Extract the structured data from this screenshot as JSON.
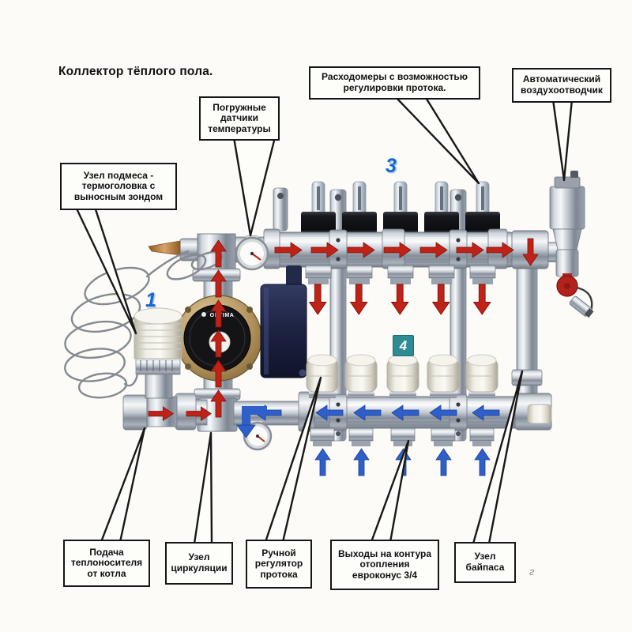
{
  "title": "Коллектор тёплого пола.",
  "callouts": {
    "immersion_sensors": "Погружные датчики температуры",
    "flow_meters": "Расходомеры с возможностью регулировки протока.",
    "air_vent": "Автоматический воздухоотводчик",
    "mixing_unit": "Узел подмеса - термоголовка с выносным зондом",
    "boiler_supply": "Подача теплоносителя от котла",
    "circulation_unit": "Узел циркуляции",
    "manual_flow_regulator": "Ручной регулятор протока",
    "heating_outputs": "Выходы на контура отопления евроконус 3/4",
    "bypass_unit": "Узел байпаса"
  },
  "markers": {
    "mixing": "1",
    "supply_manifold": "3",
    "return_manifold": "4"
  },
  "equipment": {
    "pump_brand": "OPTIMA"
  },
  "watermark": "г",
  "colors": {
    "supply_flow_arrow": "#bf2317",
    "return_flow_arrow": "#2f5fc8",
    "marker_blue": "#1868cc",
    "marker_teal": "#2e8b94"
  }
}
